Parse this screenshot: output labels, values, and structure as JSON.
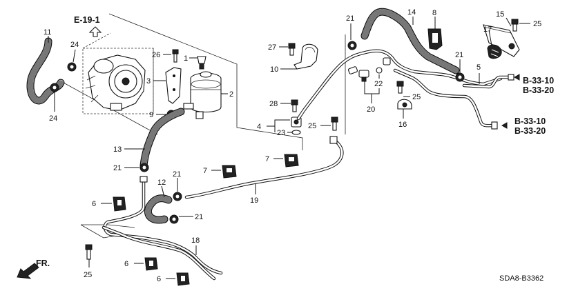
{
  "diagram": {
    "diagram_code": "SDA8-B3362",
    "direction_label": "FR.",
    "references": {
      "e19": "E-19-1",
      "b33_a_top": "B-33-10",
      "b33_b_top": "B-33-20",
      "b33_a_bot": "B-33-10",
      "b33_b_bot": "B-33-20"
    },
    "callouts": {
      "c1": "1",
      "c2": "2",
      "c3": "3",
      "c4": "4",
      "c5": "5",
      "c6a": "6",
      "c6b": "6",
      "c6c": "6",
      "c7a": "7",
      "c7b": "7",
      "c8": "8",
      "c9": "9",
      "c10": "10",
      "c11": "11",
      "c12": "12",
      "c13": "13",
      "c14": "14",
      "c15": "15",
      "c16": "16",
      "c17": "17",
      "c18": "18",
      "c19": "19",
      "c20": "20",
      "c21a": "21",
      "c21b": "21",
      "c21c": "21",
      "c21d": "21",
      "c21e": "21",
      "c22": "22",
      "c23": "23",
      "c24a": "24",
      "c24b": "24",
      "c25a": "25",
      "c25b": "25",
      "c25c": "25",
      "c25d": "25",
      "c26": "26",
      "c27": "27",
      "c28": "28"
    }
  }
}
